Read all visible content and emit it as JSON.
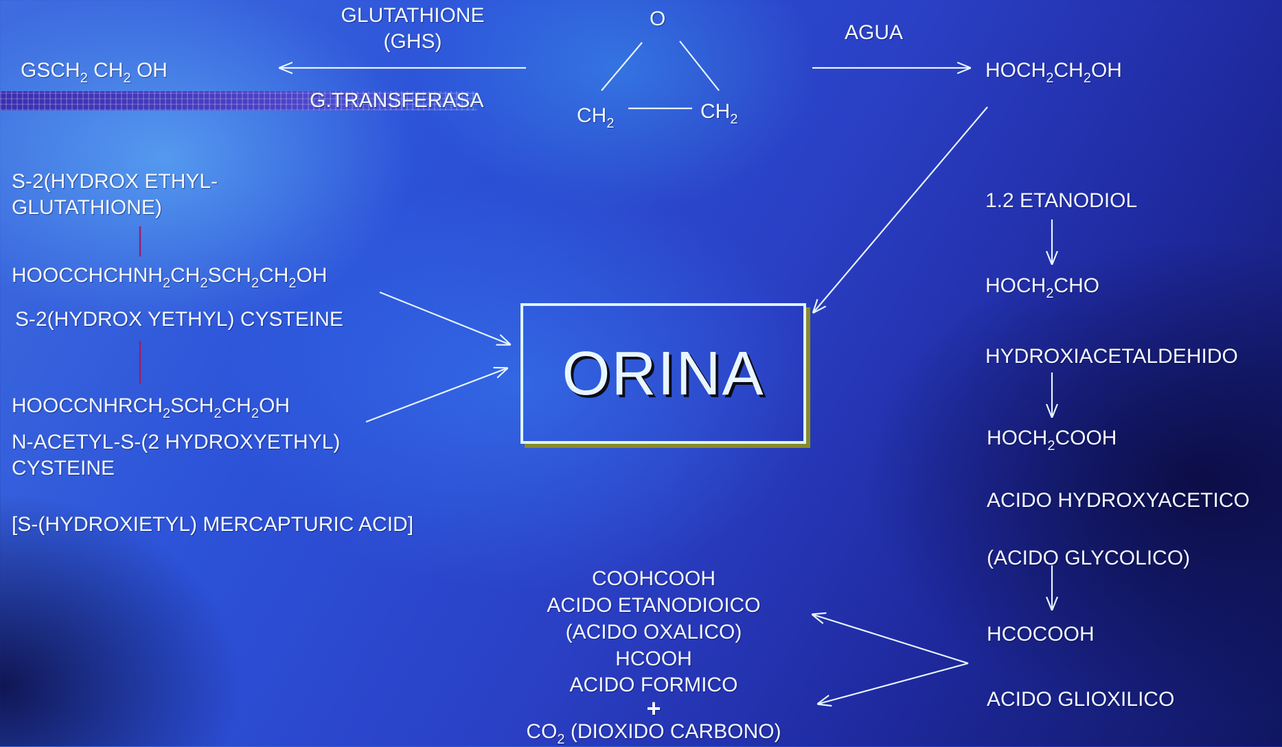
{
  "top": {
    "glutathione": "GLUTATHIONE",
    "ghs": "(GHS)",
    "transferasa": "G.TRANSFERASA",
    "gsch_a": "GSCH",
    "gsch_b": " CH",
    "gsch_c": " OH",
    "agua": "AGUA",
    "hoch_a": "HOCH",
    "hoch_b": "CH",
    "hoch_c": "OH",
    "ring_o": "O",
    "ring_ch_left": "CH",
    "ring_ch_right": "CH",
    "sub2": "2"
  },
  "left": {
    "s2_line1": "S-2(HYDROX ETHYL-",
    "s2_line2": "GLUTATHIONE)",
    "f1_a": "HOOCCHCHNH",
    "f1_b": "CH",
    "f1_c": "SCH",
    "f1_d": "CH",
    "f1_e": "OH",
    "cysteine": "S-2(HYDROX YETHYL) CYSTEINE",
    "f2_a": "HOOCCNHRCH",
    "f2_b": "SCH",
    "f2_c": "CH",
    "f2_d": "OH",
    "nacetyl_line1": "N-ACETYL-S-(2 HYDROXYETHYL)",
    "nacetyl_line2": "CYSTEINE",
    "mercapturic": "[S-(HYDROXIETYL) MERCAPTURIC ACID]"
  },
  "center": {
    "orina": "ORINA"
  },
  "right": {
    "etanodiol": "1.2 ETANODIOL",
    "hochcho_a": "HOCH",
    "hochcho_b": "CHO",
    "hydroxiacetaldehido": "HYDROXIACETALDEHIDO",
    "hochcooh_a": "HOCH",
    "hochcooh_b": "COOH",
    "hydroxyacetico": "ACIDO HYDROXYACETICO",
    "glycolico": "(ACIDO GLYCOLICO)",
    "hcocooh": "HCOCOOH",
    "glioxilico": "ACIDO GLIOXILICO"
  },
  "bottom": {
    "coohcooh": "COOHCOOH",
    "etanodioico": "ACIDO ETANODIOICO",
    "oxalico": "(ACIDO OXALICO)",
    "hcooh": "HCOOH",
    "formico": "ACIDO FORMICO",
    "plus": "+",
    "co": "CO",
    "dioxido": " (DIOXIDO CARBONO)"
  },
  "colors": {
    "arrow": "#e8f4ff",
    "connector": "#9a1f6a",
    "box_border": "#dff6ff",
    "box_shadow": "#8a8a2a"
  }
}
